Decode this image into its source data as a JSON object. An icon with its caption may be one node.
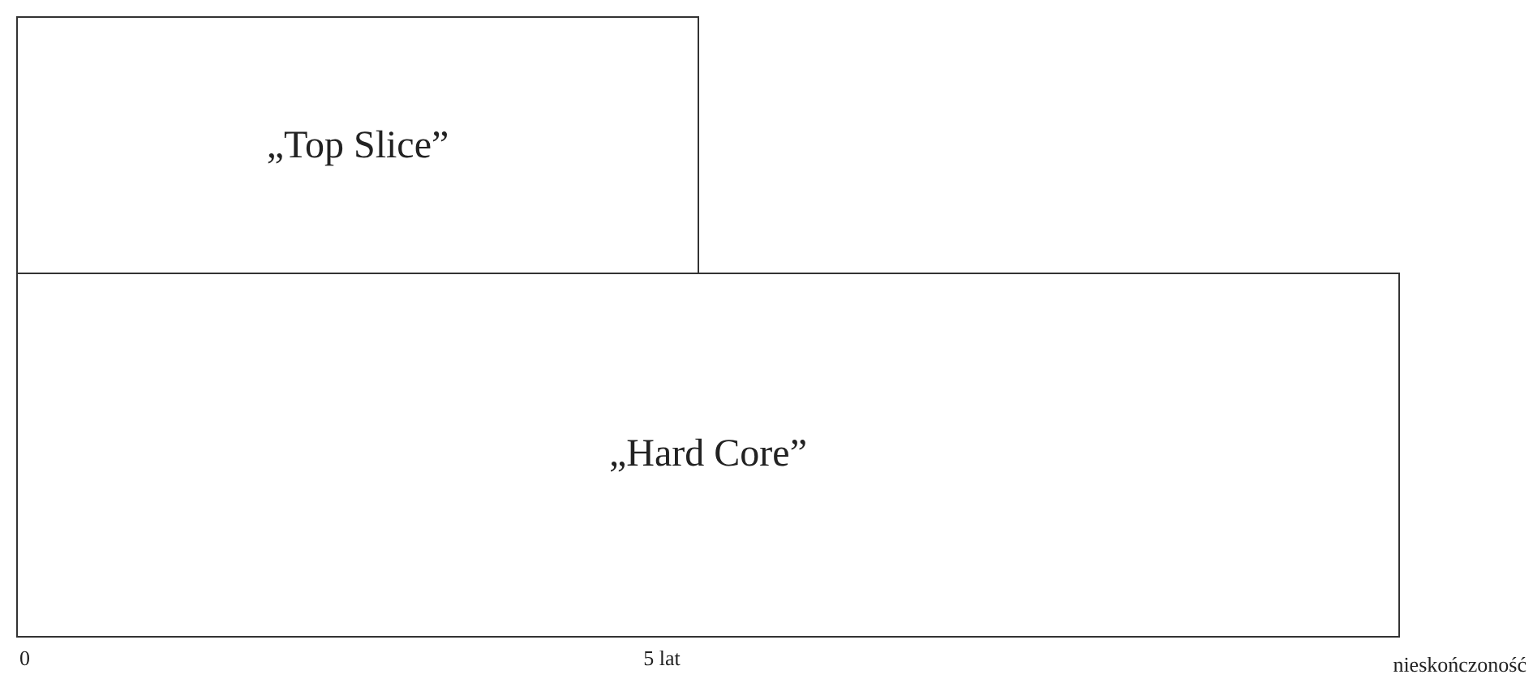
{
  "diagram": {
    "nodes": [
      {
        "text": [
          "„Top Slice”"
        ]
      },
      {
        "text": [
          "„Hard Core”"
        ]
      }
    ],
    "labels": [
      "0",
      "5 lat",
      "nieskończoność"
    ]
  }
}
